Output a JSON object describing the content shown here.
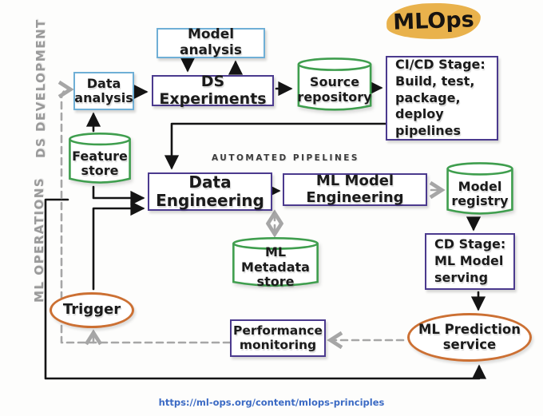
{
  "badge": {
    "label": "MLOps"
  },
  "lanes": {
    "ds_development": "DS DEVELOPMENT",
    "ml_operations": "ML OPERATIONS"
  },
  "section_label": "AUTOMATED PIPELINES",
  "footer": {
    "url": "https://ml-ops.org/content/mlops-principles"
  },
  "nodes": {
    "model_analysis": "Model analysis",
    "data_analysis": "Data\nanalysis",
    "ds_experiments": "DS Experiments",
    "source_repository": "Source\nrepository",
    "cicd_stage": "CI/CD Stage:\nBuild, test,\npackage, deploy\npipelines",
    "feature_store": "Feature\nstore",
    "data_engineering": "Data Engineering",
    "ml_model_engineering": "ML Model Engineering",
    "model_registry": "Model\nregistry",
    "ml_metadata_store": "ML Metadata\nstore",
    "cd_stage": "CD Stage:\nML Model\nserving",
    "trigger": "Trigger",
    "performance_monitoring": "Performance\nmonitoring",
    "ml_prediction_service": "ML Prediction\nservice"
  },
  "colors": {
    "box_blue": "#6fafd6",
    "box_purple": "#4b3a8e",
    "cylinder_green": "#3f9e4e",
    "ellipse_orange": "#cc7033",
    "badge_yellow": "#e9b24c",
    "dashed_gray": "#a6a6a6",
    "ink": "#1b1b1b",
    "url_blue": "#3b6ac4"
  },
  "edges": [
    {
      "from": "data_analysis",
      "to": "ds_experiments",
      "style": "solid"
    },
    {
      "from": "model_analysis",
      "to": "ds_experiments",
      "style": "solid"
    },
    {
      "from": "ds_experiments",
      "to": "model_analysis",
      "style": "solid"
    },
    {
      "from": "ds_experiments",
      "to": "source_repository",
      "style": "solid"
    },
    {
      "from": "source_repository",
      "to": "cicd_stage",
      "style": "solid"
    },
    {
      "from": "cicd_stage",
      "to": "data_engineering",
      "style": "solid"
    },
    {
      "from": "feature_store",
      "to": "data_analysis",
      "style": "solid"
    },
    {
      "from": "feature_store",
      "to": "data_engineering",
      "style": "solid"
    },
    {
      "from": "trigger",
      "to": "data_engineering",
      "style": "solid"
    },
    {
      "from": "data_engineering",
      "to": "ml_model_engineering",
      "style": "solid"
    },
    {
      "from": "ml_model_engineering",
      "to": "model_registry",
      "style": "dashed"
    },
    {
      "from": "ml_metadata_store",
      "to": "automated_pipelines",
      "style": "dashed-bidirectional"
    },
    {
      "from": "model_registry",
      "to": "cd_stage",
      "style": "solid"
    },
    {
      "from": "cd_stage",
      "to": "ml_prediction_service",
      "style": "solid"
    },
    {
      "from": "feature_store",
      "to": "ml_prediction_service",
      "style": "solid"
    },
    {
      "from": "ml_prediction_service",
      "to": "performance_monitoring",
      "style": "dashed"
    },
    {
      "from": "performance_monitoring",
      "to": "data_analysis",
      "style": "dashed"
    },
    {
      "from": "performance_monitoring",
      "to": "trigger",
      "style": "dashed"
    }
  ]
}
